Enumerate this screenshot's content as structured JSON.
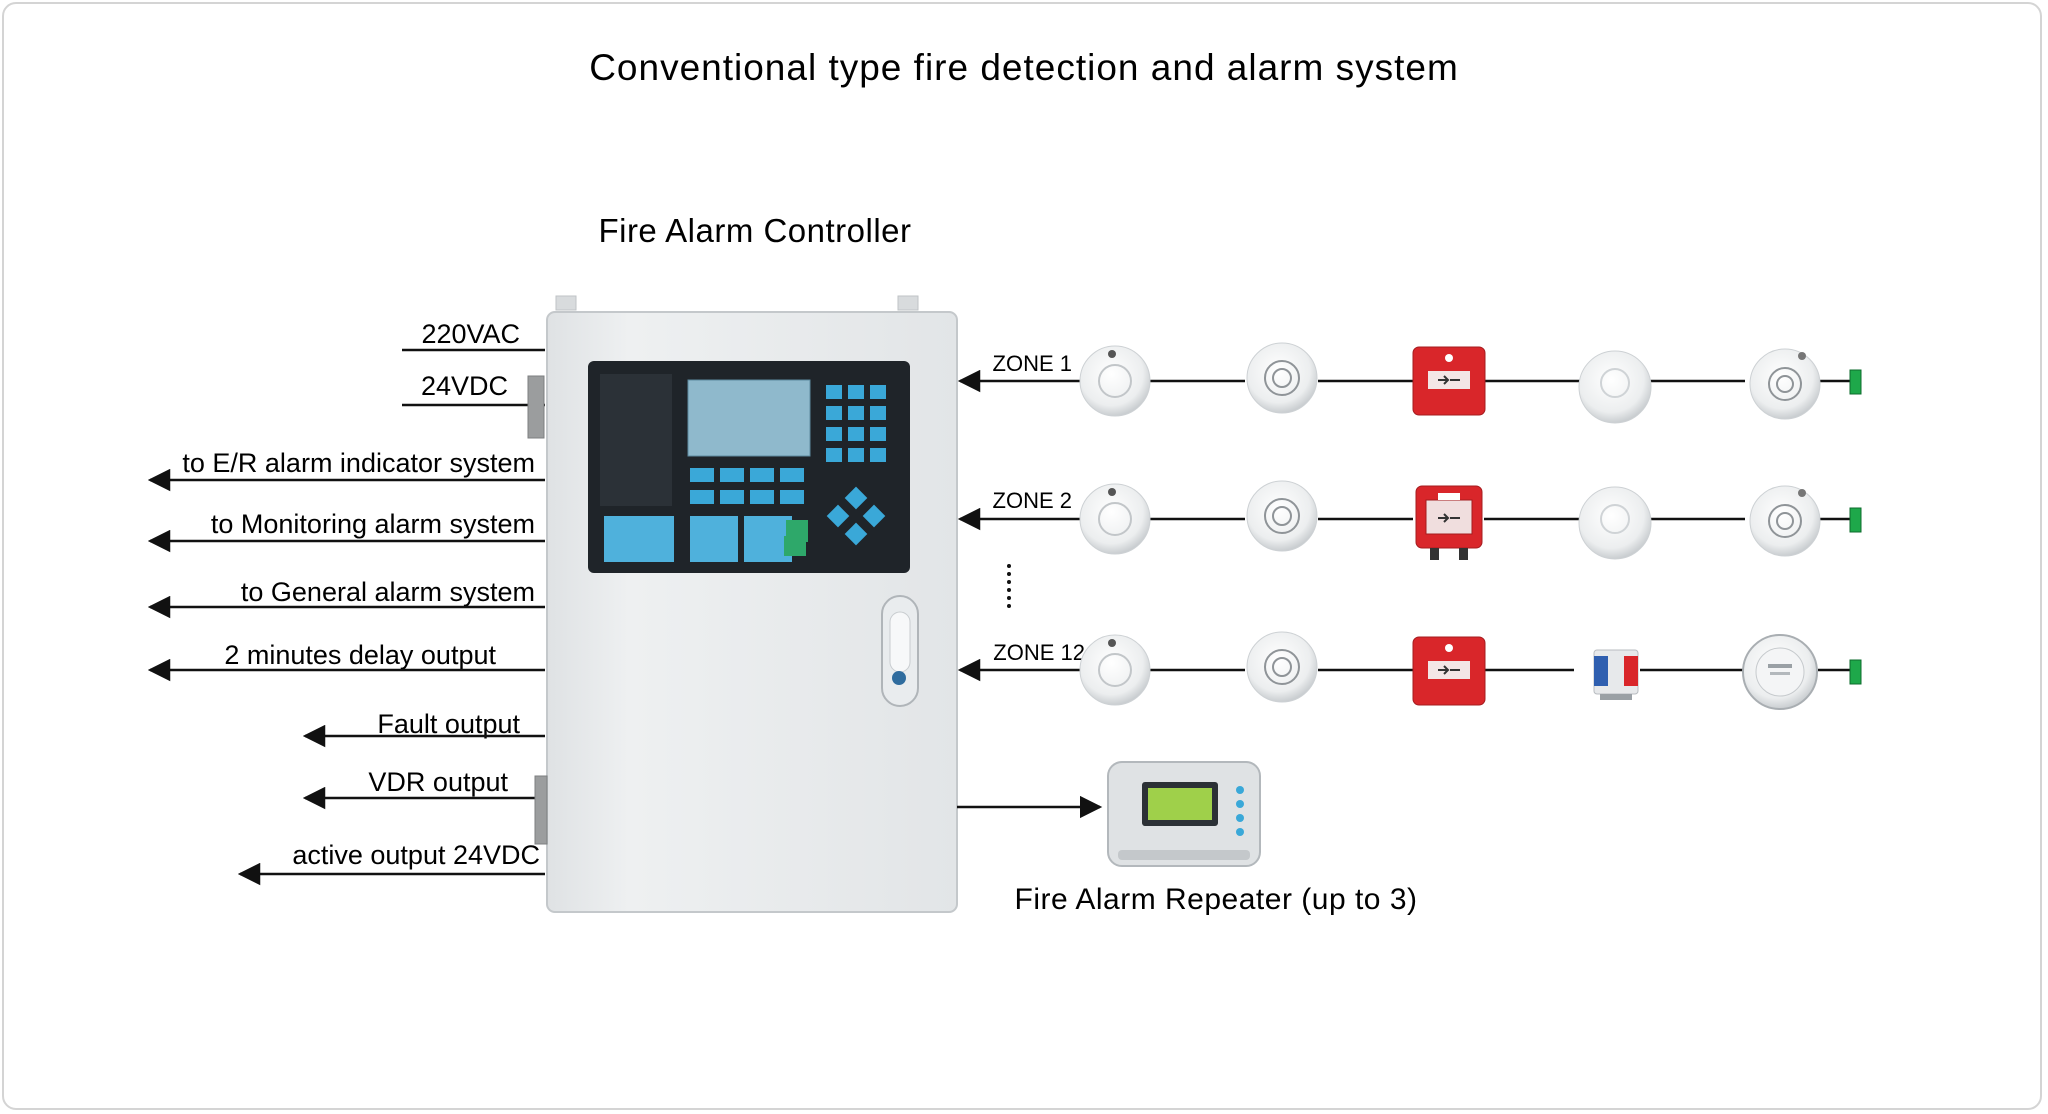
{
  "title": "Conventional type fire detection and alarm system",
  "controller": {
    "label": "Fire Alarm Controller"
  },
  "repeater": {
    "label": "Fire Alarm Repeater (up to 3)"
  },
  "inputs": [
    {
      "label": "220VAC"
    },
    {
      "label": "24VDC"
    }
  ],
  "outputs": [
    {
      "label": "to E/R alarm indicator system"
    },
    {
      "label": "to Monitoring alarm system"
    },
    {
      "label": "to General alarm system"
    },
    {
      "label": "2 minutes delay output"
    },
    {
      "label": "Fault output"
    },
    {
      "label": "VDR output"
    },
    {
      "label": "active output 24VDC"
    }
  ],
  "zones": [
    {
      "label": "ZONE 1",
      "devices": [
        "smoke-detector",
        "heat-detector",
        "manual-call-point",
        "smoke-detector",
        "heat-detector"
      ]
    },
    {
      "label": "ZONE 2",
      "devices": [
        "smoke-detector",
        "heat-detector",
        "fire-manual-call-point",
        "smoke-detector",
        "heat-detector"
      ]
    },
    {
      "label": "ZONE 12",
      "devices": [
        "smoke-detector",
        "heat-detector",
        "manual-call-point",
        "din-rail-module",
        "flame-detector"
      ]
    }
  ],
  "colors": {
    "cabinet": "#e9ebec",
    "panel": "#1f2429",
    "keys": "#3aa8d8",
    "call_point_red": "#d9262a",
    "end_of_line": "#1ea84a",
    "repeater_screen": "#9fd04a"
  }
}
